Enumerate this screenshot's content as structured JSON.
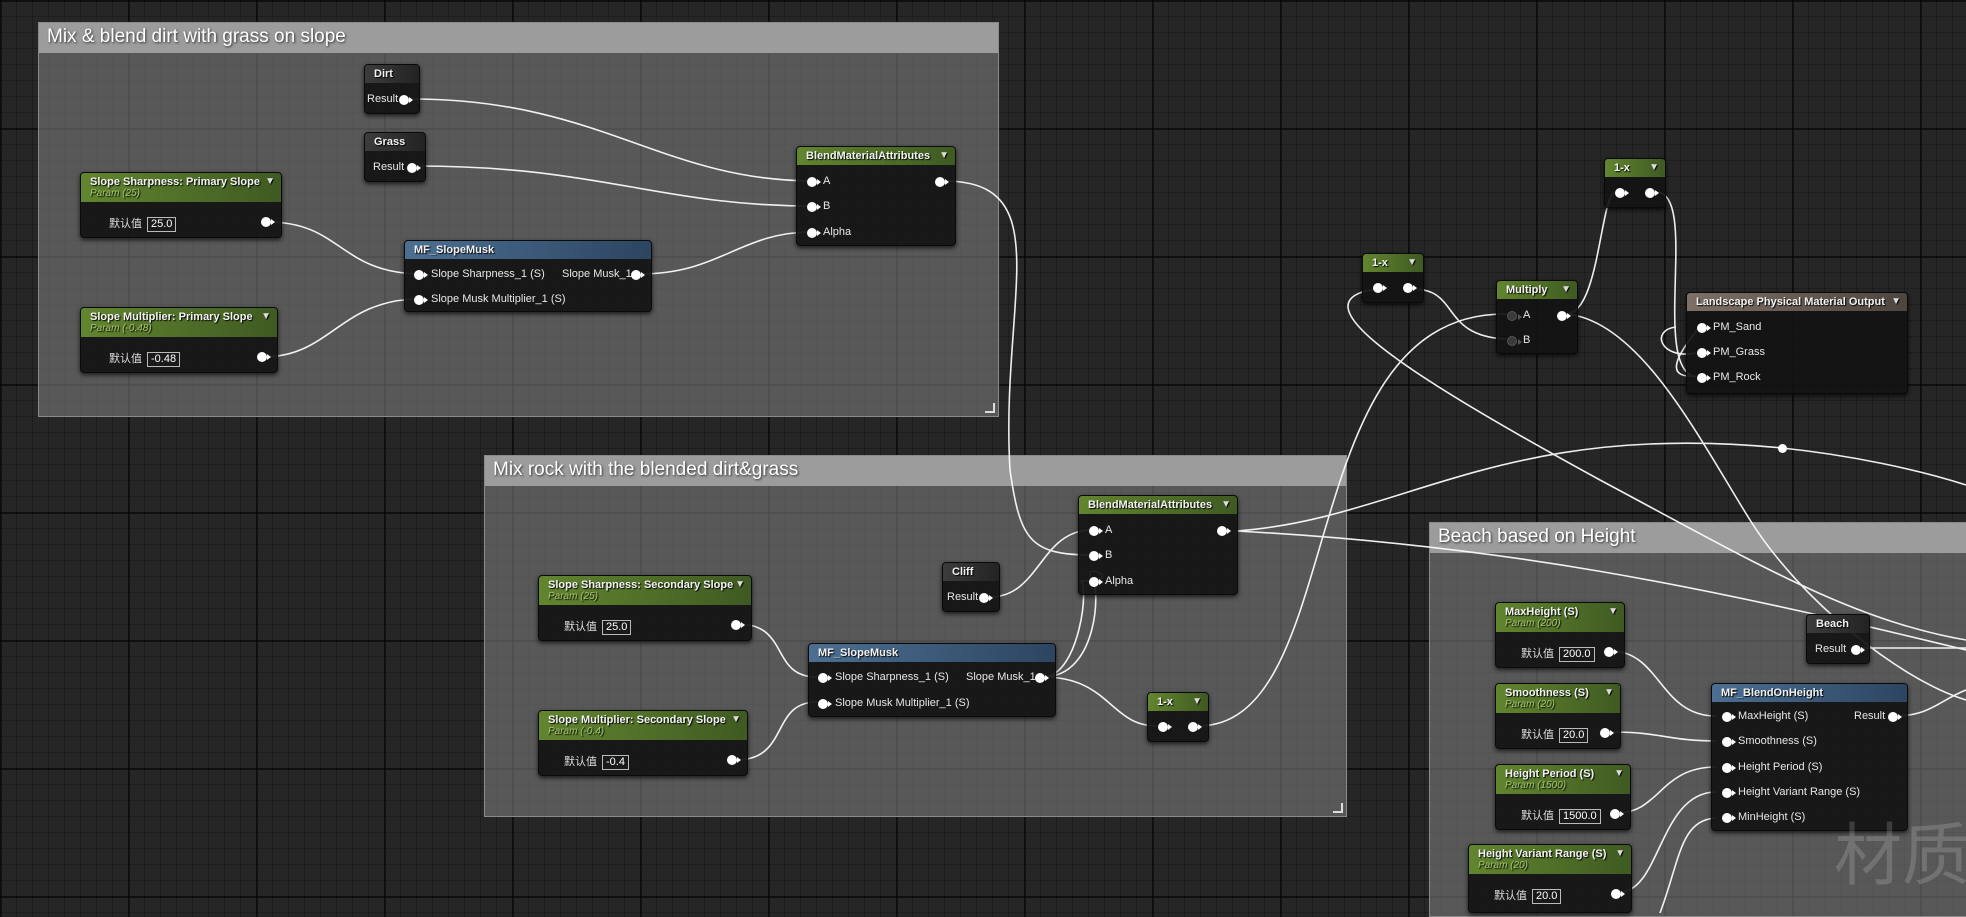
{
  "comments": {
    "c1": "Mix & blend dirt with grass on slope",
    "c2": "Mix rock with the blended dirt&grass",
    "c3": "Beach based on Height"
  },
  "nodes": {
    "dirt": {
      "title": "Dirt",
      "out": "Result"
    },
    "grass": {
      "title": "Grass",
      "out": "Result"
    },
    "cliff": {
      "title": "Cliff",
      "out": "Result"
    },
    "beach": {
      "title": "Beach",
      "out": "Result"
    },
    "blend1": {
      "title": "BlendMaterialAttributes",
      "a": "A",
      "b": "B",
      "alpha": "Alpha"
    },
    "blend2": {
      "title": "BlendMaterialAttributes",
      "a": "A",
      "b": "B",
      "alpha": "Alpha"
    },
    "sharp_primary": {
      "title": "Slope Sharpness: Primary Slope",
      "sub": "Param (25)",
      "label": "默认值",
      "value": "25.0"
    },
    "mult_primary": {
      "title": "Slope Multiplier: Primary Slope",
      "sub": "Param (-0.48)",
      "label": "默认值",
      "value": "-0.48"
    },
    "sharp_secondary": {
      "title": "Slope Sharpness: Secondary Slope",
      "sub": "Param (25)",
      "label": "默认值",
      "value": "25.0"
    },
    "mult_secondary": {
      "title": "Slope Multiplier: Secondary Slope",
      "sub": "Param (-0.4)",
      "label": "默认值",
      "value": "-0.4"
    },
    "slopemusk1": {
      "title": "MF_SlopeMusk",
      "in1": "Slope Sharpness_1 (S)",
      "in2": "Slope Musk Multiplier_1 (S)",
      "out": "Slope Musk_1"
    },
    "slopemusk2": {
      "title": "MF_SlopeMusk",
      "in1": "Slope Sharpness_1 (S)",
      "in2": "Slope Musk Multiplier_1 (S)",
      "out": "Slope Musk_1"
    },
    "oneminus_a": {
      "title": "1-x"
    },
    "oneminus_b": {
      "title": "1-x"
    },
    "oneminus_c": {
      "title": "1-x"
    },
    "multiply": {
      "title": "Multiply",
      "a": "A",
      "b": "B"
    },
    "lpmo": {
      "title": "Landscape Physical Material Output",
      "p1": "PM_Sand",
      "p2": "PM_Grass",
      "p3": "PM_Rock"
    },
    "maxheight": {
      "title": "MaxHeight (S)",
      "sub": "Param (200)",
      "label": "默认值",
      "value": "200.0"
    },
    "smoothness": {
      "title": "Smoothness (S)",
      "sub": "Param (20)",
      "label": "默认值",
      "value": "20.0"
    },
    "heightperiod": {
      "title": "Height Period (S)",
      "sub": "Param (1500)",
      "label": "默认值",
      "value": "1500.0"
    },
    "heightvar": {
      "title": "Height Variant Range (S)",
      "sub": "Param (20)",
      "label": "默认值",
      "value": "20.0"
    },
    "blendonheight": {
      "title": "MF_BlendOnHeight",
      "in1": "MaxHeight (S)",
      "in2": "Smoothness (S)",
      "in3": "Height Period (S)",
      "in4": "Height Variant Range (S)",
      "in5": "MinHeight (S)",
      "out": "Result"
    }
  },
  "watermark": "材质",
  "icons": {
    "node_menu": "chevron-down-icon",
    "resize": "resize-grip-icon"
  },
  "colors": {
    "param": "#62852f",
    "function": "#4c6f92",
    "output": "#7d7066"
  }
}
